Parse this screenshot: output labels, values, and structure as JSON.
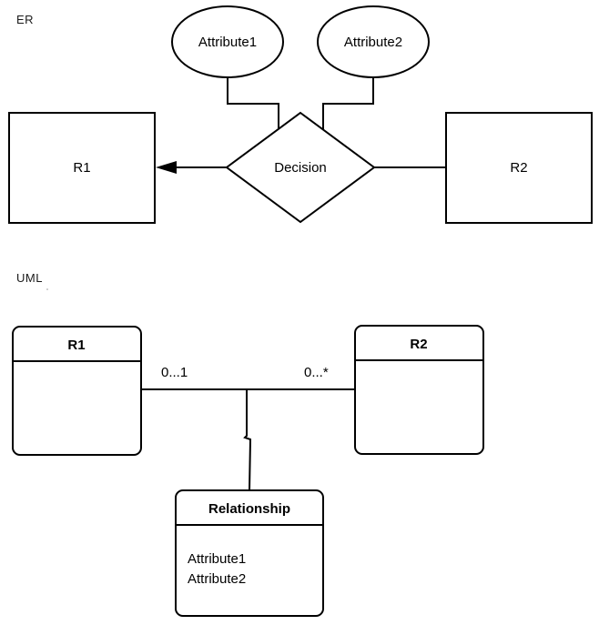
{
  "er": {
    "section_label": "ER",
    "attribute1_label": "Attribute1",
    "attribute2_label": "Attribute2",
    "entity_r1_label": "R1",
    "entity_r2_label": "R2",
    "relationship_label": "Decision"
  },
  "uml": {
    "section_label": "UML",
    "class_r1": {
      "title": "R1"
    },
    "class_r2": {
      "title": "R2"
    },
    "association": {
      "multiplicity_left": "0...1",
      "multiplicity_right": "0...*"
    },
    "association_class": {
      "title": "Relationship",
      "attributes": [
        "Attribute1",
        "Attribute2"
      ]
    }
  },
  "colors": {
    "stroke": "#000000",
    "background": "#ffffff"
  }
}
